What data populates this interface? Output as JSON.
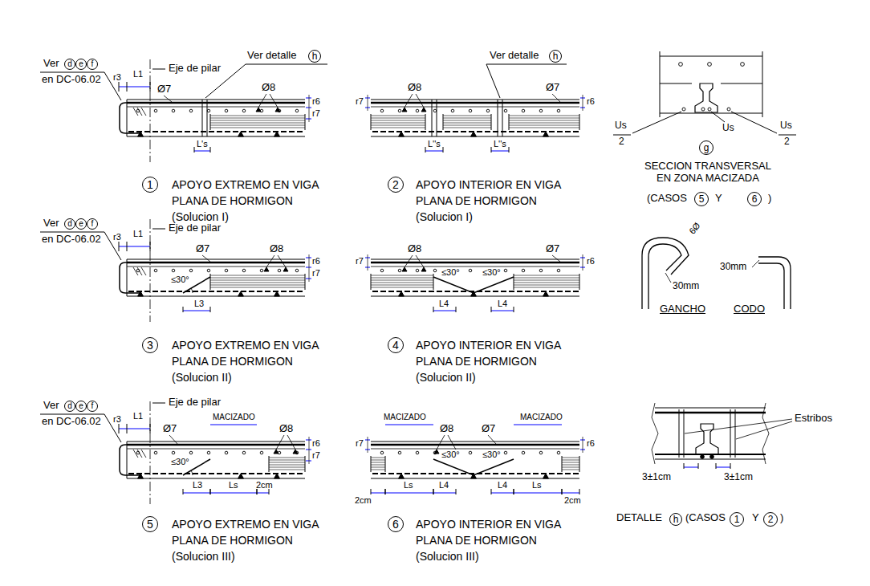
{
  "diagram": {
    "nodes": [
      {
        "text": [
          "d"
        ]
      },
      {
        "text": [
          "e"
        ]
      },
      {
        "text": [
          "f"
        ]
      },
      {
        "text": [
          "h"
        ]
      },
      {
        "text": [
          "h"
        ]
      },
      {
        "text": [
          "g"
        ]
      },
      {
        "text": [
          "1"
        ]
      },
      {
        "text": [
          "2"
        ]
      },
      {
        "text": [
          "5"
        ]
      },
      {
        "text": [
          "6"
        ]
      },
      {
        "text": [
          "d"
        ]
      },
      {
        "text": [
          "e"
        ]
      },
      {
        "text": [
          "f"
        ]
      },
      {
        "text": [
          "3"
        ]
      },
      {
        "text": [
          "4"
        ]
      },
      {
        "text": [
          "d"
        ]
      },
      {
        "text": [
          "e"
        ]
      },
      {
        "text": [
          "f"
        ]
      },
      {
        "text": [
          "5"
        ]
      },
      {
        "text": [
          "6"
        ]
      },
      {
        "text": [
          "h"
        ]
      },
      {
        "text": [
          "1"
        ]
      },
      {
        "text": [
          "2"
        ]
      }
    ],
    "labels": [
      "Ver",
      "en DC-06.02",
      "r3",
      "L1",
      "Eje de pilar",
      "Ver detalle",
      "Ø7",
      "Ø8",
      "r6",
      "r7",
      "L's",
      "APOYO EXTREMO EN VIGA PLANA DE HORMIGON (Solucion I)",
      "Ver detalle",
      "r7",
      "Ø8",
      "Ø7",
      "r6",
      "L''s",
      "L''s",
      "APOYO INTERIOR EN VIGA PLANA DE HORMIGON (Solucion I)",
      "Us",
      "2",
      "Us",
      "Us",
      "2",
      "SECCION TRANSVERSAL EN ZONA MACIZADA",
      "(CASOS",
      "Y",
      ")",
      "6Ø",
      "30mm",
      "GANCHO",
      "30mm",
      "CODO",
      "Ver",
      "en DC-06.02",
      "r3",
      "L1",
      "Eje de pilar",
      "Ø7",
      "Ø8",
      "r6",
      "r7",
      "≤30°",
      "L3",
      "APOYO EXTREMO EN VIGA PLANA DE HORMIGON (Solucion II)",
      "r7",
      "Ø8",
      "Ø7",
      "r6",
      "≤30°",
      "≤30°",
      "L4",
      "L4",
      "APOYO INTERIOR EN VIGA PLANA DE HORMIGON (Solucion II)",
      "Ver",
      "en DC-06.02",
      "r3",
      "L1",
      "Eje de pilar",
      "Ø7",
      "MACIZADO",
      "Ø8",
      "r6",
      "r7",
      "≤30°",
      "L3",
      "Ls",
      "2cm",
      "APOYO EXTREMO EN VIGA PLANA DE HORMIGON (Solucion III)",
      "MACIZADO",
      "Ø8",
      "Ø7",
      "MACIZADO",
      "r7",
      "r6",
      "≤30°",
      "≤30°",
      "2cm",
      "Ls",
      "L4",
      "L4",
      "Ls",
      "2cm",
      "APOYO INTERIOR EN VIGA PLANA DE HORMIGON (Solucion III)",
      "Estribos",
      "3±1cm",
      "3±1cm",
      "DETALLE",
      "(CASOS",
      "Y",
      ")"
    ]
  }
}
